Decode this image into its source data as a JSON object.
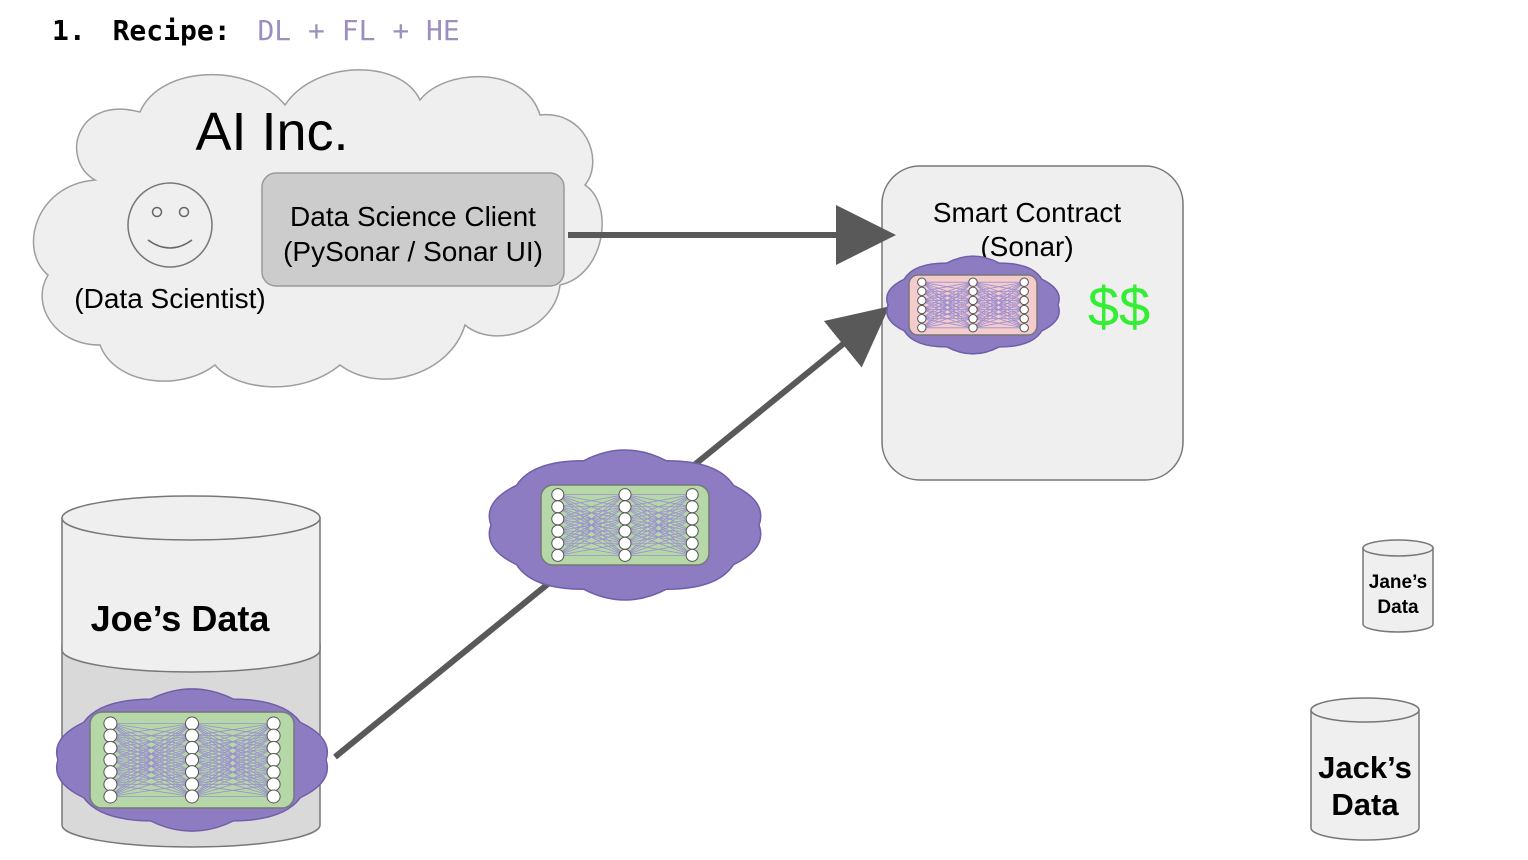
{
  "header": {
    "number": "1.",
    "label": "Recipe:",
    "formula": "DL + FL + HE"
  },
  "company": {
    "name": "AI Inc.",
    "scientist_label": "(Data Scientist)",
    "client_line1": "Data Science Client",
    "client_line2": "(PySonar / Sonar UI)"
  },
  "contract": {
    "line1": "Smart Contract",
    "line2": "(Sonar)",
    "reward": "$$"
  },
  "stores": {
    "joe": "Joe’s Data",
    "jane_line1": "Jane’s",
    "jane_line2": "Data",
    "jack_line1": "Jack’s",
    "jack_line2": "Data"
  },
  "colors": {
    "cloud_fill": "#efefef",
    "purple_cloud": "#8e7cc3",
    "model_green": "#b6d7a8",
    "model_pink": "#f4cccc",
    "client_box": "#cccccc",
    "arrow": "#595959",
    "reward_green": "#33ee33",
    "formula_purple": "#9c8fc0"
  }
}
